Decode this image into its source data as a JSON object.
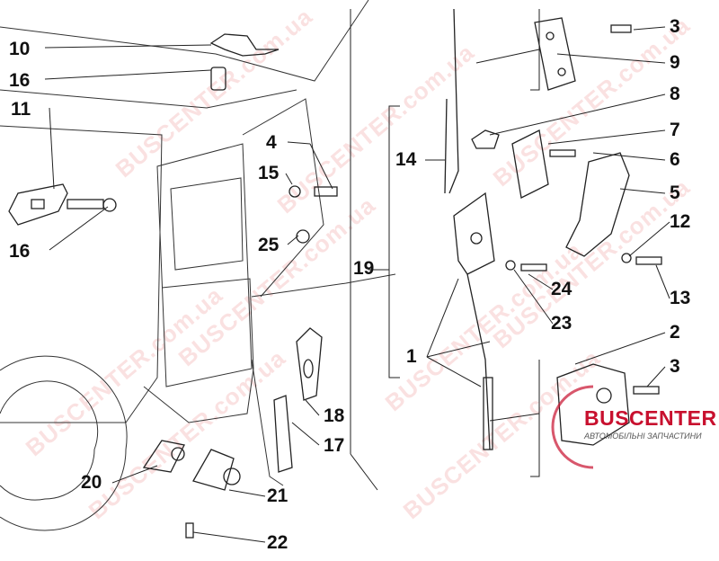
{
  "diagram_title": "",
  "callouts": [
    "10",
    "16",
    "11",
    "16",
    "4",
    "15",
    "25",
    "14",
    "19",
    "1",
    "20",
    "21",
    "22",
    "18",
    "17",
    "3",
    "9",
    "8",
    "7",
    "6",
    "5",
    "12",
    "24",
    "13",
    "23",
    "2",
    "3"
  ],
  "watermark": "BUSCENTER.com.ua",
  "logo": {
    "name": "BUSCENTER",
    "tagline": "АВТОМОБІЛЬНІ ЗАПЧАСТИНИ"
  },
  "colors": {
    "line": "#222222",
    "brand": "#c8102e"
  }
}
